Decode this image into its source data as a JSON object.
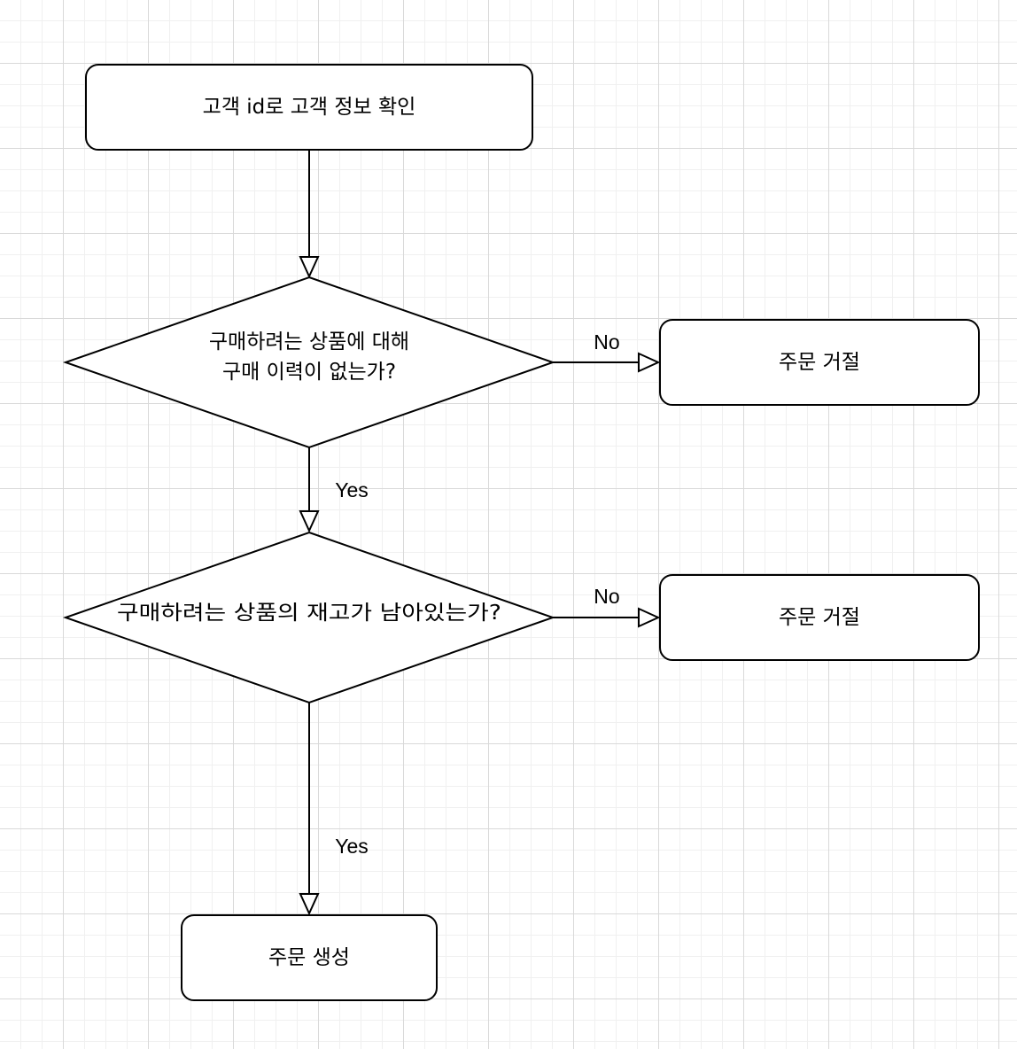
{
  "nodes": {
    "check_customer": {
      "label": "고객 id로 고객 정보 확인"
    },
    "decision_history": {
      "line1": "구매하려는 상품에 대해",
      "line2": "구매 이력이 없는가?"
    },
    "reject_1": {
      "label": "주문 거절"
    },
    "decision_stock": {
      "label": "구매하려는 상품의 재고가 남아있는가?"
    },
    "reject_2": {
      "label": "주문 거절"
    },
    "create_order": {
      "label": "주문 생성"
    }
  },
  "edges": {
    "history_no": "No",
    "history_yes": "Yes",
    "stock_no": "No",
    "stock_yes": "Yes"
  }
}
